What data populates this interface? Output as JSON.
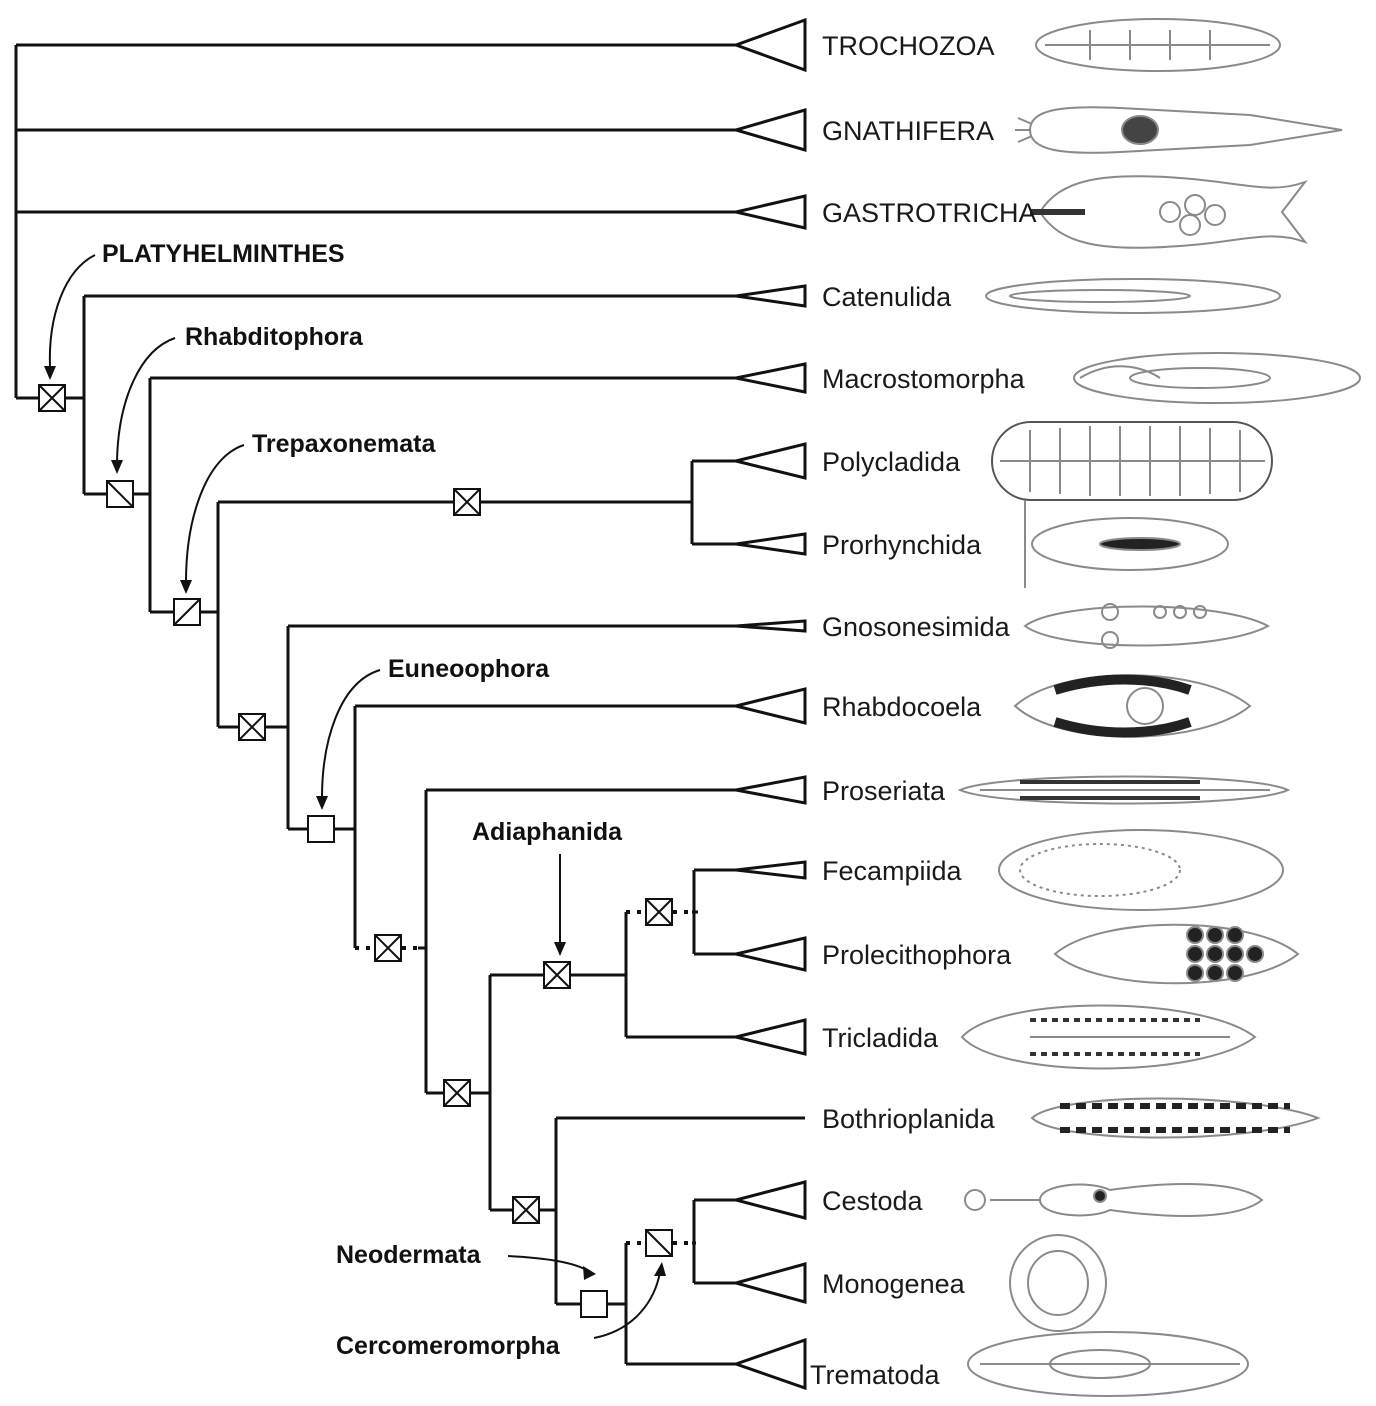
{
  "taxa": {
    "trochozoa": "TROCHOZOA",
    "gnathifera": "GNATHIFERA",
    "gastrotricha": "GASTROTRICHA",
    "catenulida": "Catenulida",
    "macrostomorpha": "Macrostomorpha",
    "polycladida": "Polycladida",
    "prorhynchida": "Prorhynchida",
    "gnosonesimida": "Gnosonesimida",
    "rhabdocoela": "Rhabdocoela",
    "proseriata": "Proseriata",
    "fecampiida": "Fecampiida",
    "prolecithophora": "Prolecithophora",
    "tricladida": "Tricladida",
    "bothrioplanida": "Bothrioplanida",
    "cestoda": "Cestoda",
    "monogenea": "Monogenea",
    "trematoda": "Trematoda"
  },
  "clades": {
    "platyhelminthes": "PLATYHELMINTHES",
    "rhabditophora": "Rhabditophora",
    "trepaxonemata": "Trepaxonemata",
    "euneoophora": "Euneoophora",
    "adiaphanida": "Adiaphanida",
    "neodermata": "Neodermata",
    "cercomeromorpha": "Cercomeromorpha"
  },
  "colors": {
    "line": "#111111",
    "text": "#1a1a1a",
    "illustration": "#8a8a8a"
  },
  "icons": {
    "node_crossed": "crossed-box-icon",
    "node_slashed": "slashed-box-icon",
    "node_open": "open-box-icon",
    "clade_triangle": "triangle-icon",
    "taxon_drawing": "worm-illustration-icon"
  }
}
